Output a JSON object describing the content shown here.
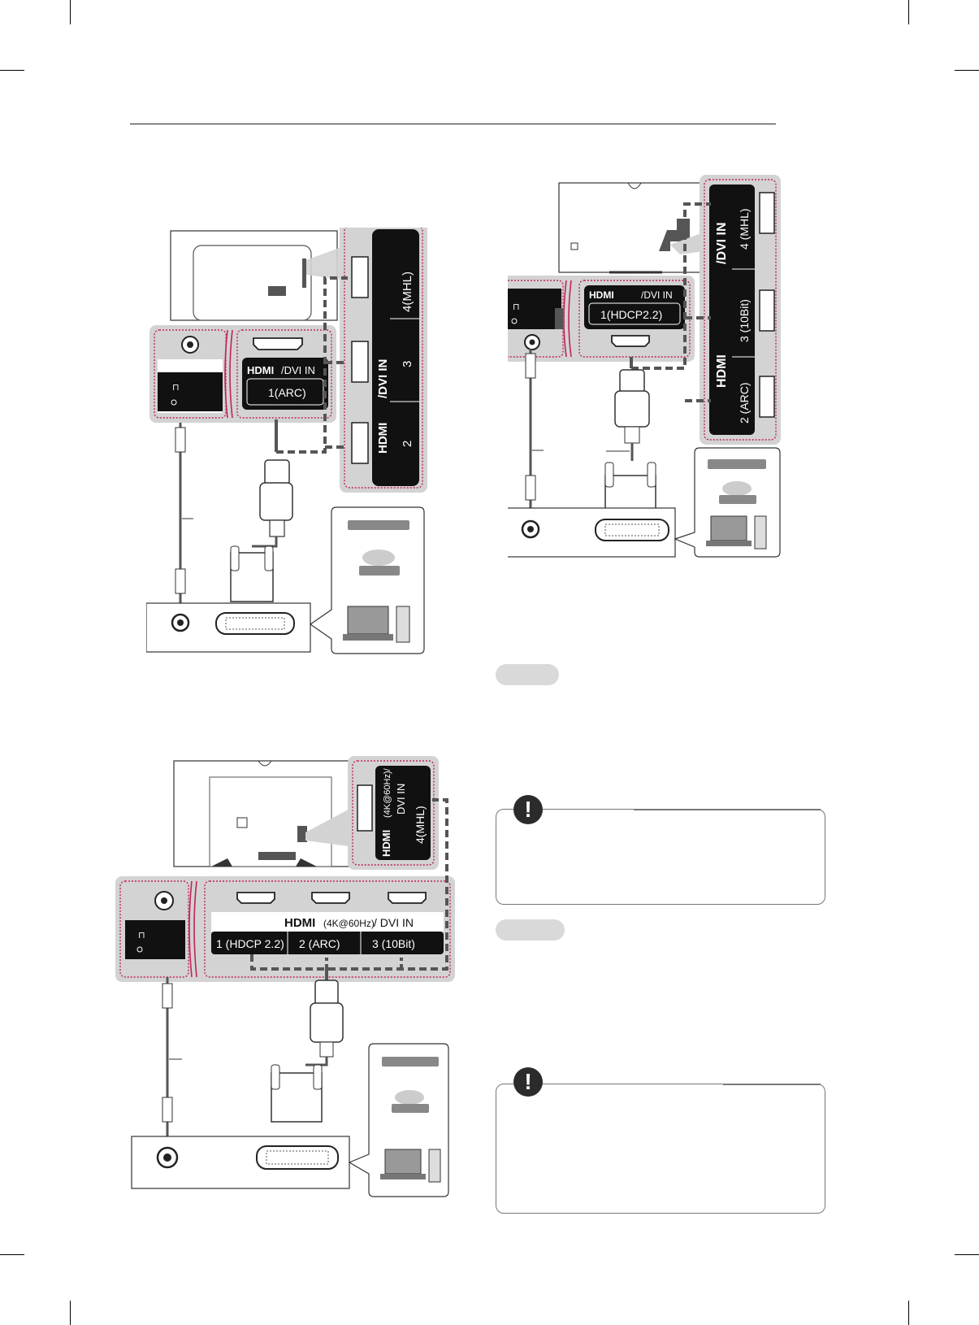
{
  "diagram_a": {
    "port_label_hdmi_dvi": "/DVI IN",
    "port_label_arc": "1(ARC)",
    "side_title": "/DVI IN",
    "side_ports": [
      "4(MHL)",
      "3",
      "2"
    ]
  },
  "diagram_b": {
    "port_label_hdmi_dvi": "/DVI IN",
    "port_label_hdcp": "1(HDCP2.2)",
    "side_title": "/DVI IN",
    "side_ports": [
      "4 (MHL)",
      "3 (10Bit)",
      "2 (ARC)"
    ]
  },
  "diagram_c": {
    "side_label_line1": "(4K@60Hz)/",
    "side_label_line2": "DVI IN",
    "side_port": "4(MHL)",
    "bottom_title_suffix": "(4K@60Hz)",
    "bottom_title_dvi": "/ DVI IN",
    "bottom_ports": [
      "1 (HDCP 2.2)",
      "2 (ARC)",
      "3 (10Bit)"
    ]
  },
  "logo": "HDMI",
  "colors": {
    "callout_gray": "#d3d3d3",
    "dotted_red": "#c0245a",
    "cable": "#555555"
  }
}
